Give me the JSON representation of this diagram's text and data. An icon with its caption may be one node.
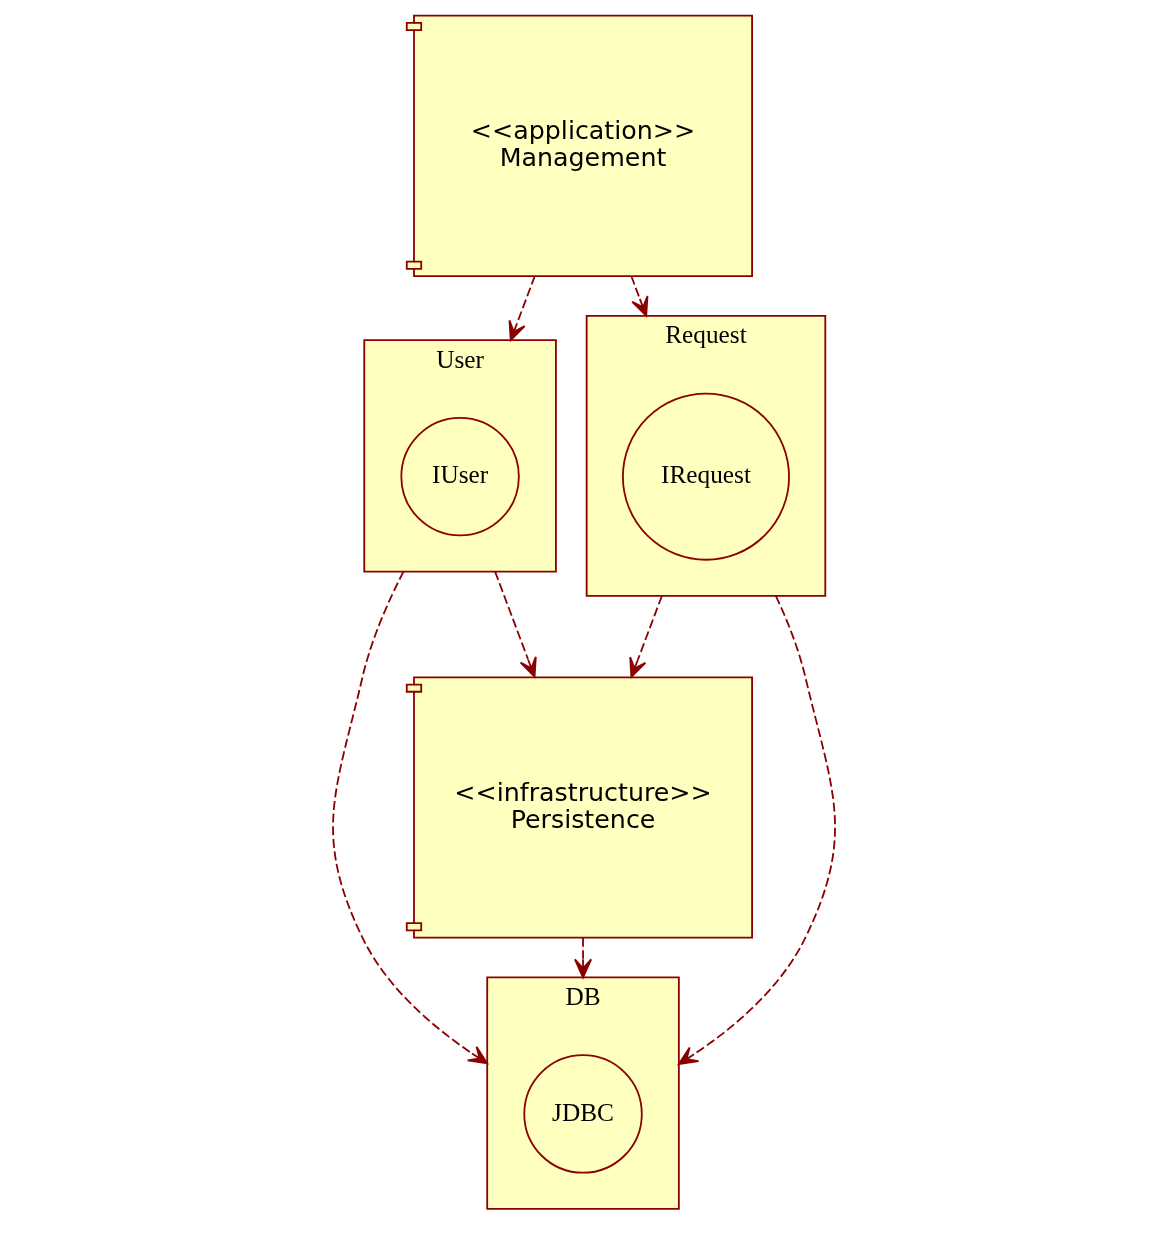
{
  "diagram": {
    "nodes": [
      {
        "text": [
          "User"
        ]
      },
      {
        "text": [
          "IUser"
        ],
        "in": 0
      },
      {
        "text": [
          "<<application>>",
          "Management"
        ]
      },
      {
        "text": [
          "<<infrastructure>>",
          "Persistence"
        ]
      },
      {
        "text": [
          "Request"
        ]
      },
      {
        "text": [
          "IRequest"
        ],
        "in": 4
      },
      {
        "text": [
          "DB"
        ]
      },
      {
        "text": [
          "JDBC"
        ],
        "in": 6
      }
    ],
    "edges": [
      {
        "from": 2,
        "to": 0,
        "arrow": "to",
        "style": "dashed"
      },
      {
        "from": 2,
        "to": 4,
        "arrow": "to",
        "style": "dashed"
      },
      {
        "from": 0,
        "to": 3,
        "arrow": "to",
        "style": "dashed"
      },
      {
        "from": 0,
        "to": 6,
        "arrow": "to",
        "style": "dashed"
      },
      {
        "from": 4,
        "to": 3,
        "arrow": "to",
        "style": "dashed"
      },
      {
        "from": 4,
        "to": 6,
        "arrow": "to",
        "style": "dashed"
      },
      {
        "from": 3,
        "to": 6,
        "arrow": "to",
        "style": "dashed"
      }
    ]
  }
}
